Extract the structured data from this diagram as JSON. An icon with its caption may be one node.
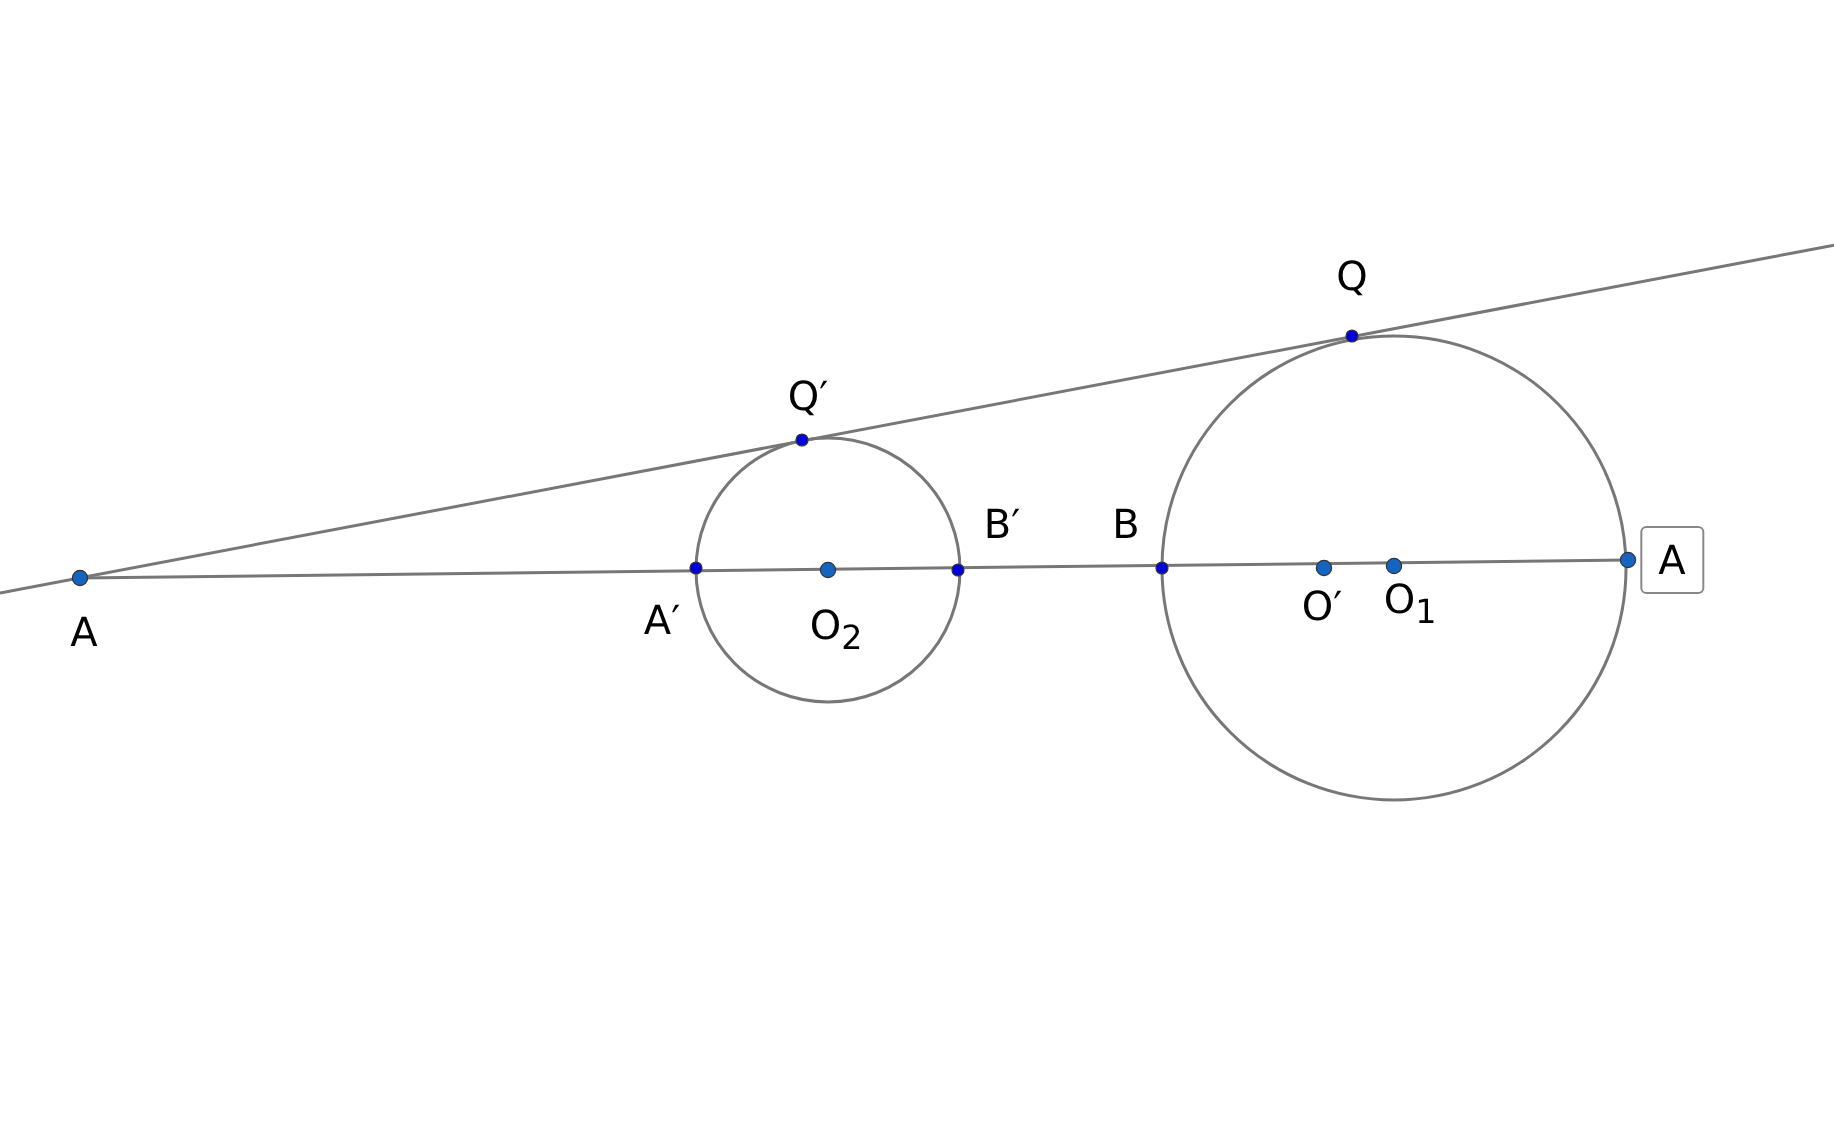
{
  "diagram": {
    "labels": [
      "Q",
      "Q′",
      "B′",
      "B",
      "A",
      "A",
      "A′",
      "O$_{2}$",
      "O′",
      "O$_{1}$"
    ]
  }
}
